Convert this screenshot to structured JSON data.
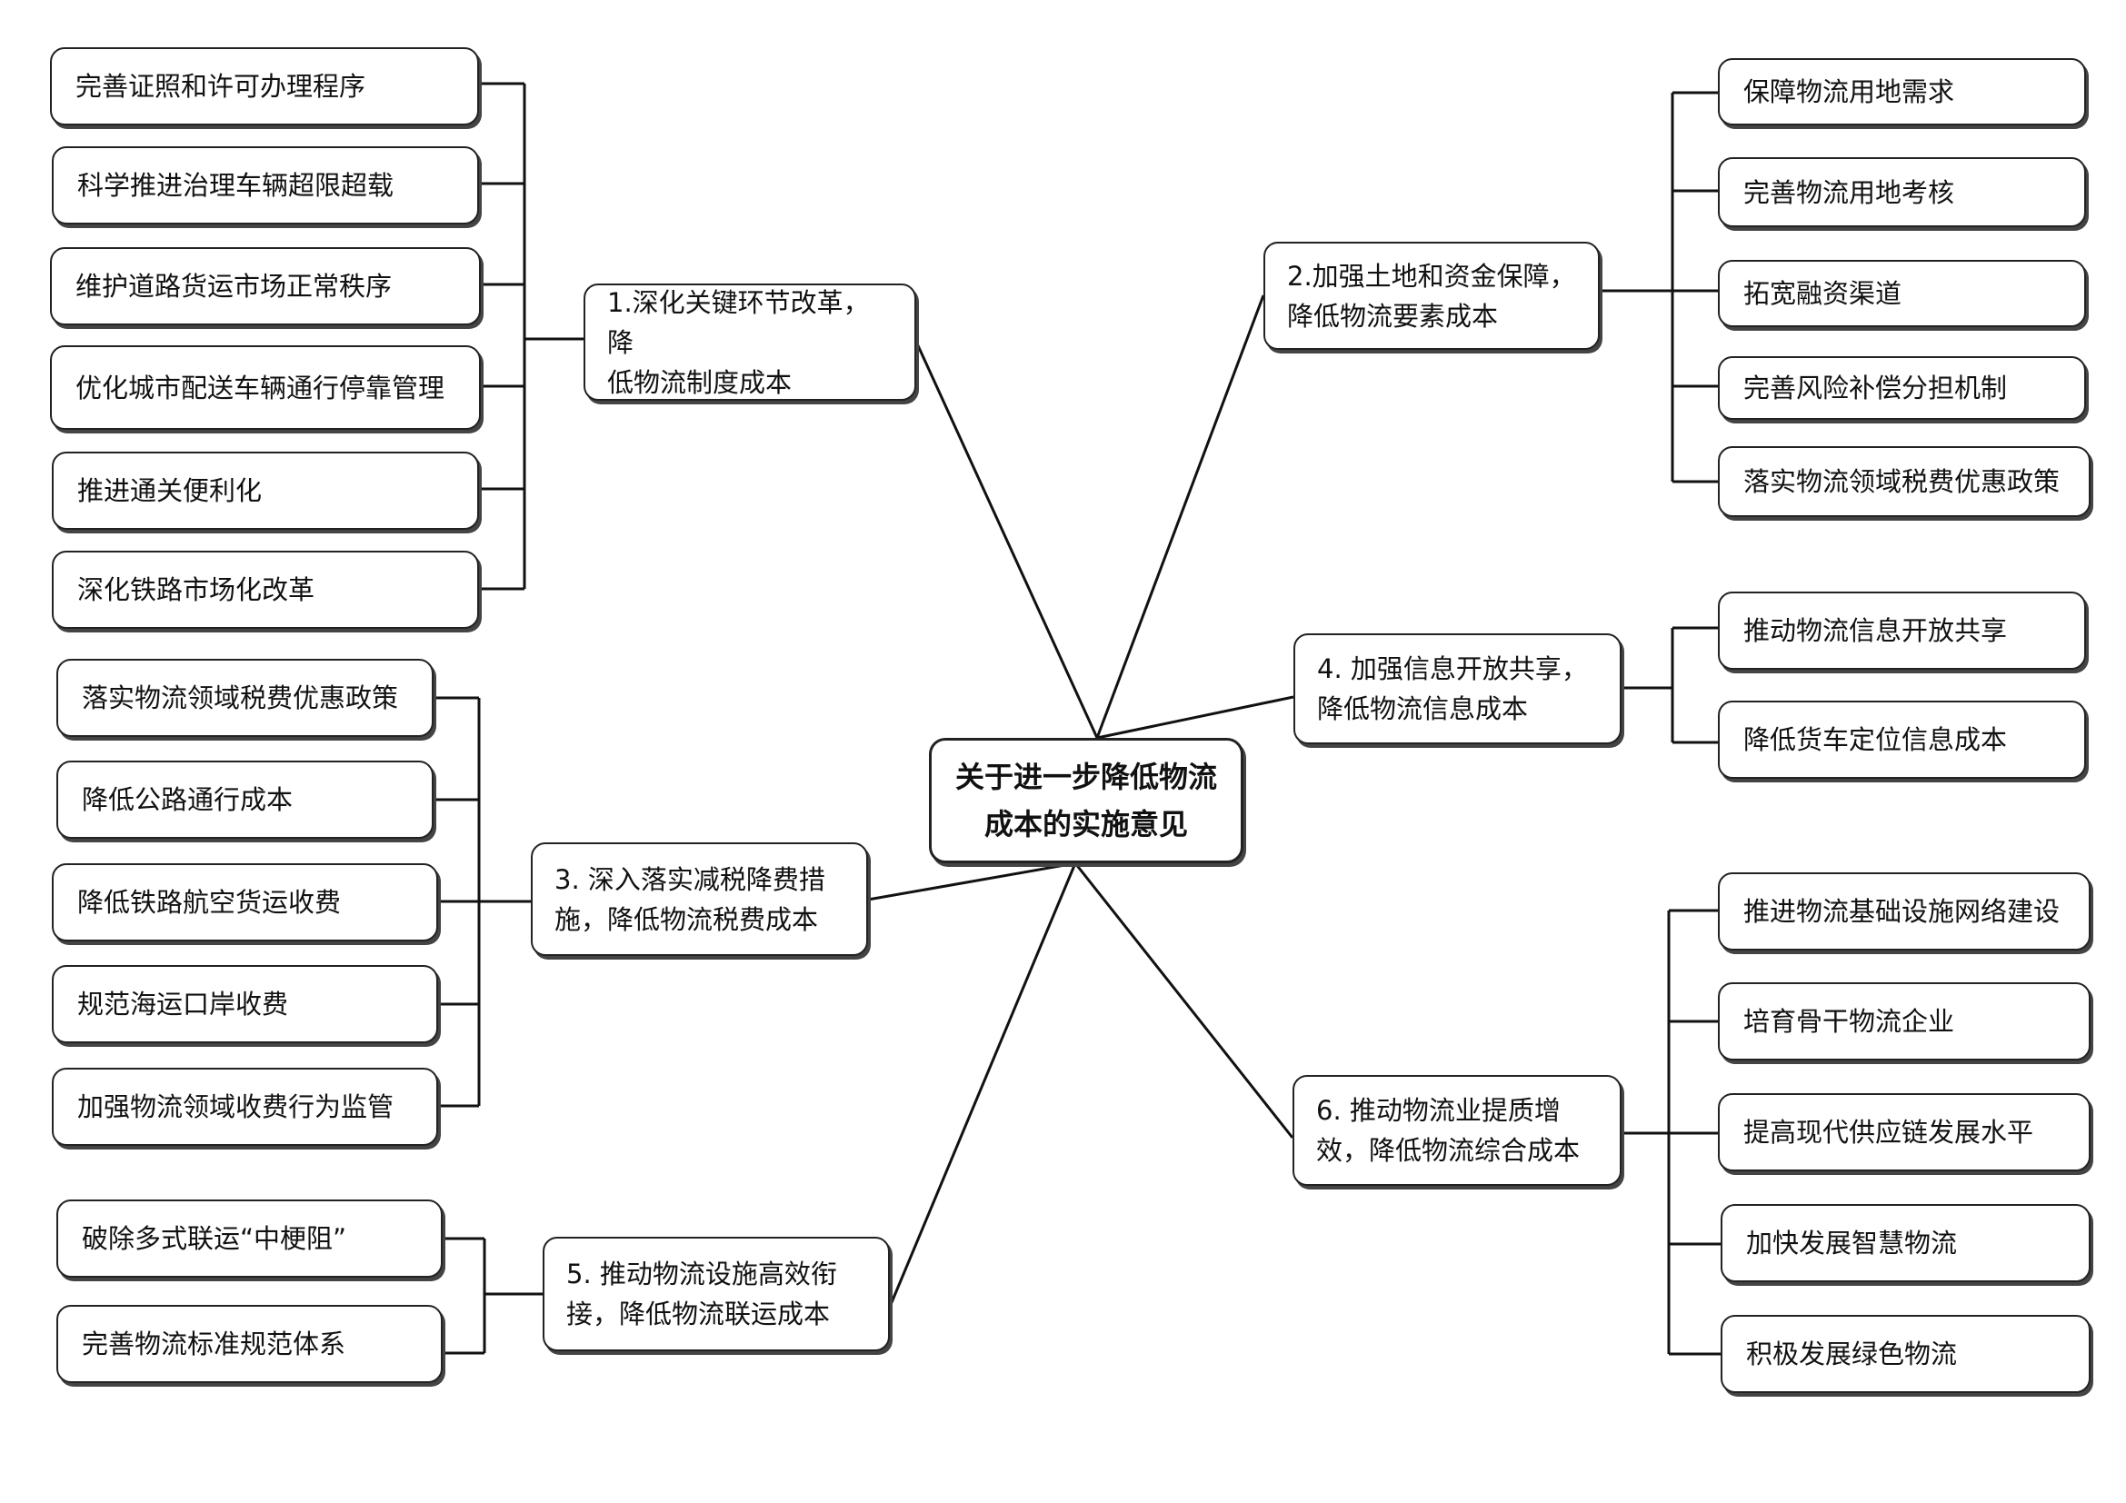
{
  "center": {
    "line1": "关于进一步降低物流",
    "line2": "成本的实施意见"
  },
  "branches": {
    "b1": {
      "line1": "1.深化关键环节改革，降",
      "line2": "低物流制度成本",
      "items": [
        "完善证照和许可办理程序",
        "科学推进治理车辆超限超载",
        "维护道路货运市场正常秩序",
        "优化城市配送车辆通行停靠管理",
        "推进通关便利化",
        "深化铁路市场化改革"
      ]
    },
    "b2": {
      "line1": "2.加强土地和资金保障，",
      "line2": "降低物流要素成本",
      "items": [
        "保障物流用地需求",
        "完善物流用地考核",
        "拓宽融资渠道",
        "完善风险补偿分担机制",
        "落实物流领域税费优惠政策"
      ]
    },
    "b3": {
      "line1": "3. 深入落实减税降费措",
      "line2": "施，降低物流税费成本",
      "items": [
        "落实物流领域税费优惠政策",
        "降低公路通行成本",
        "降低铁路航空货运收费",
        "规范海运口岸收费",
        "加强物流领域收费行为监管"
      ]
    },
    "b4": {
      "line1": "4.  加强信息开放共享，",
      "line2": "降低物流信息成本",
      "items": [
        "推动物流信息开放共享",
        "降低货车定位信息成本"
      ]
    },
    "b5": {
      "line1": "5.  推动物流设施高效衔",
      "line2": "接，降低物流联运成本",
      "items": [
        "破除多式联运“中梗阻”",
        "完善物流标准规范体系"
      ]
    },
    "b6": {
      "line1": "6.  推动物流业提质增",
      "line2": "效，降低物流综合成本",
      "items": [
        "推进物流基础设施网络建设",
        "培育骨干物流企业",
        "提高现代供应链发展水平",
        "加快发展智慧物流",
        "积极发展绿色物流"
      ]
    }
  }
}
